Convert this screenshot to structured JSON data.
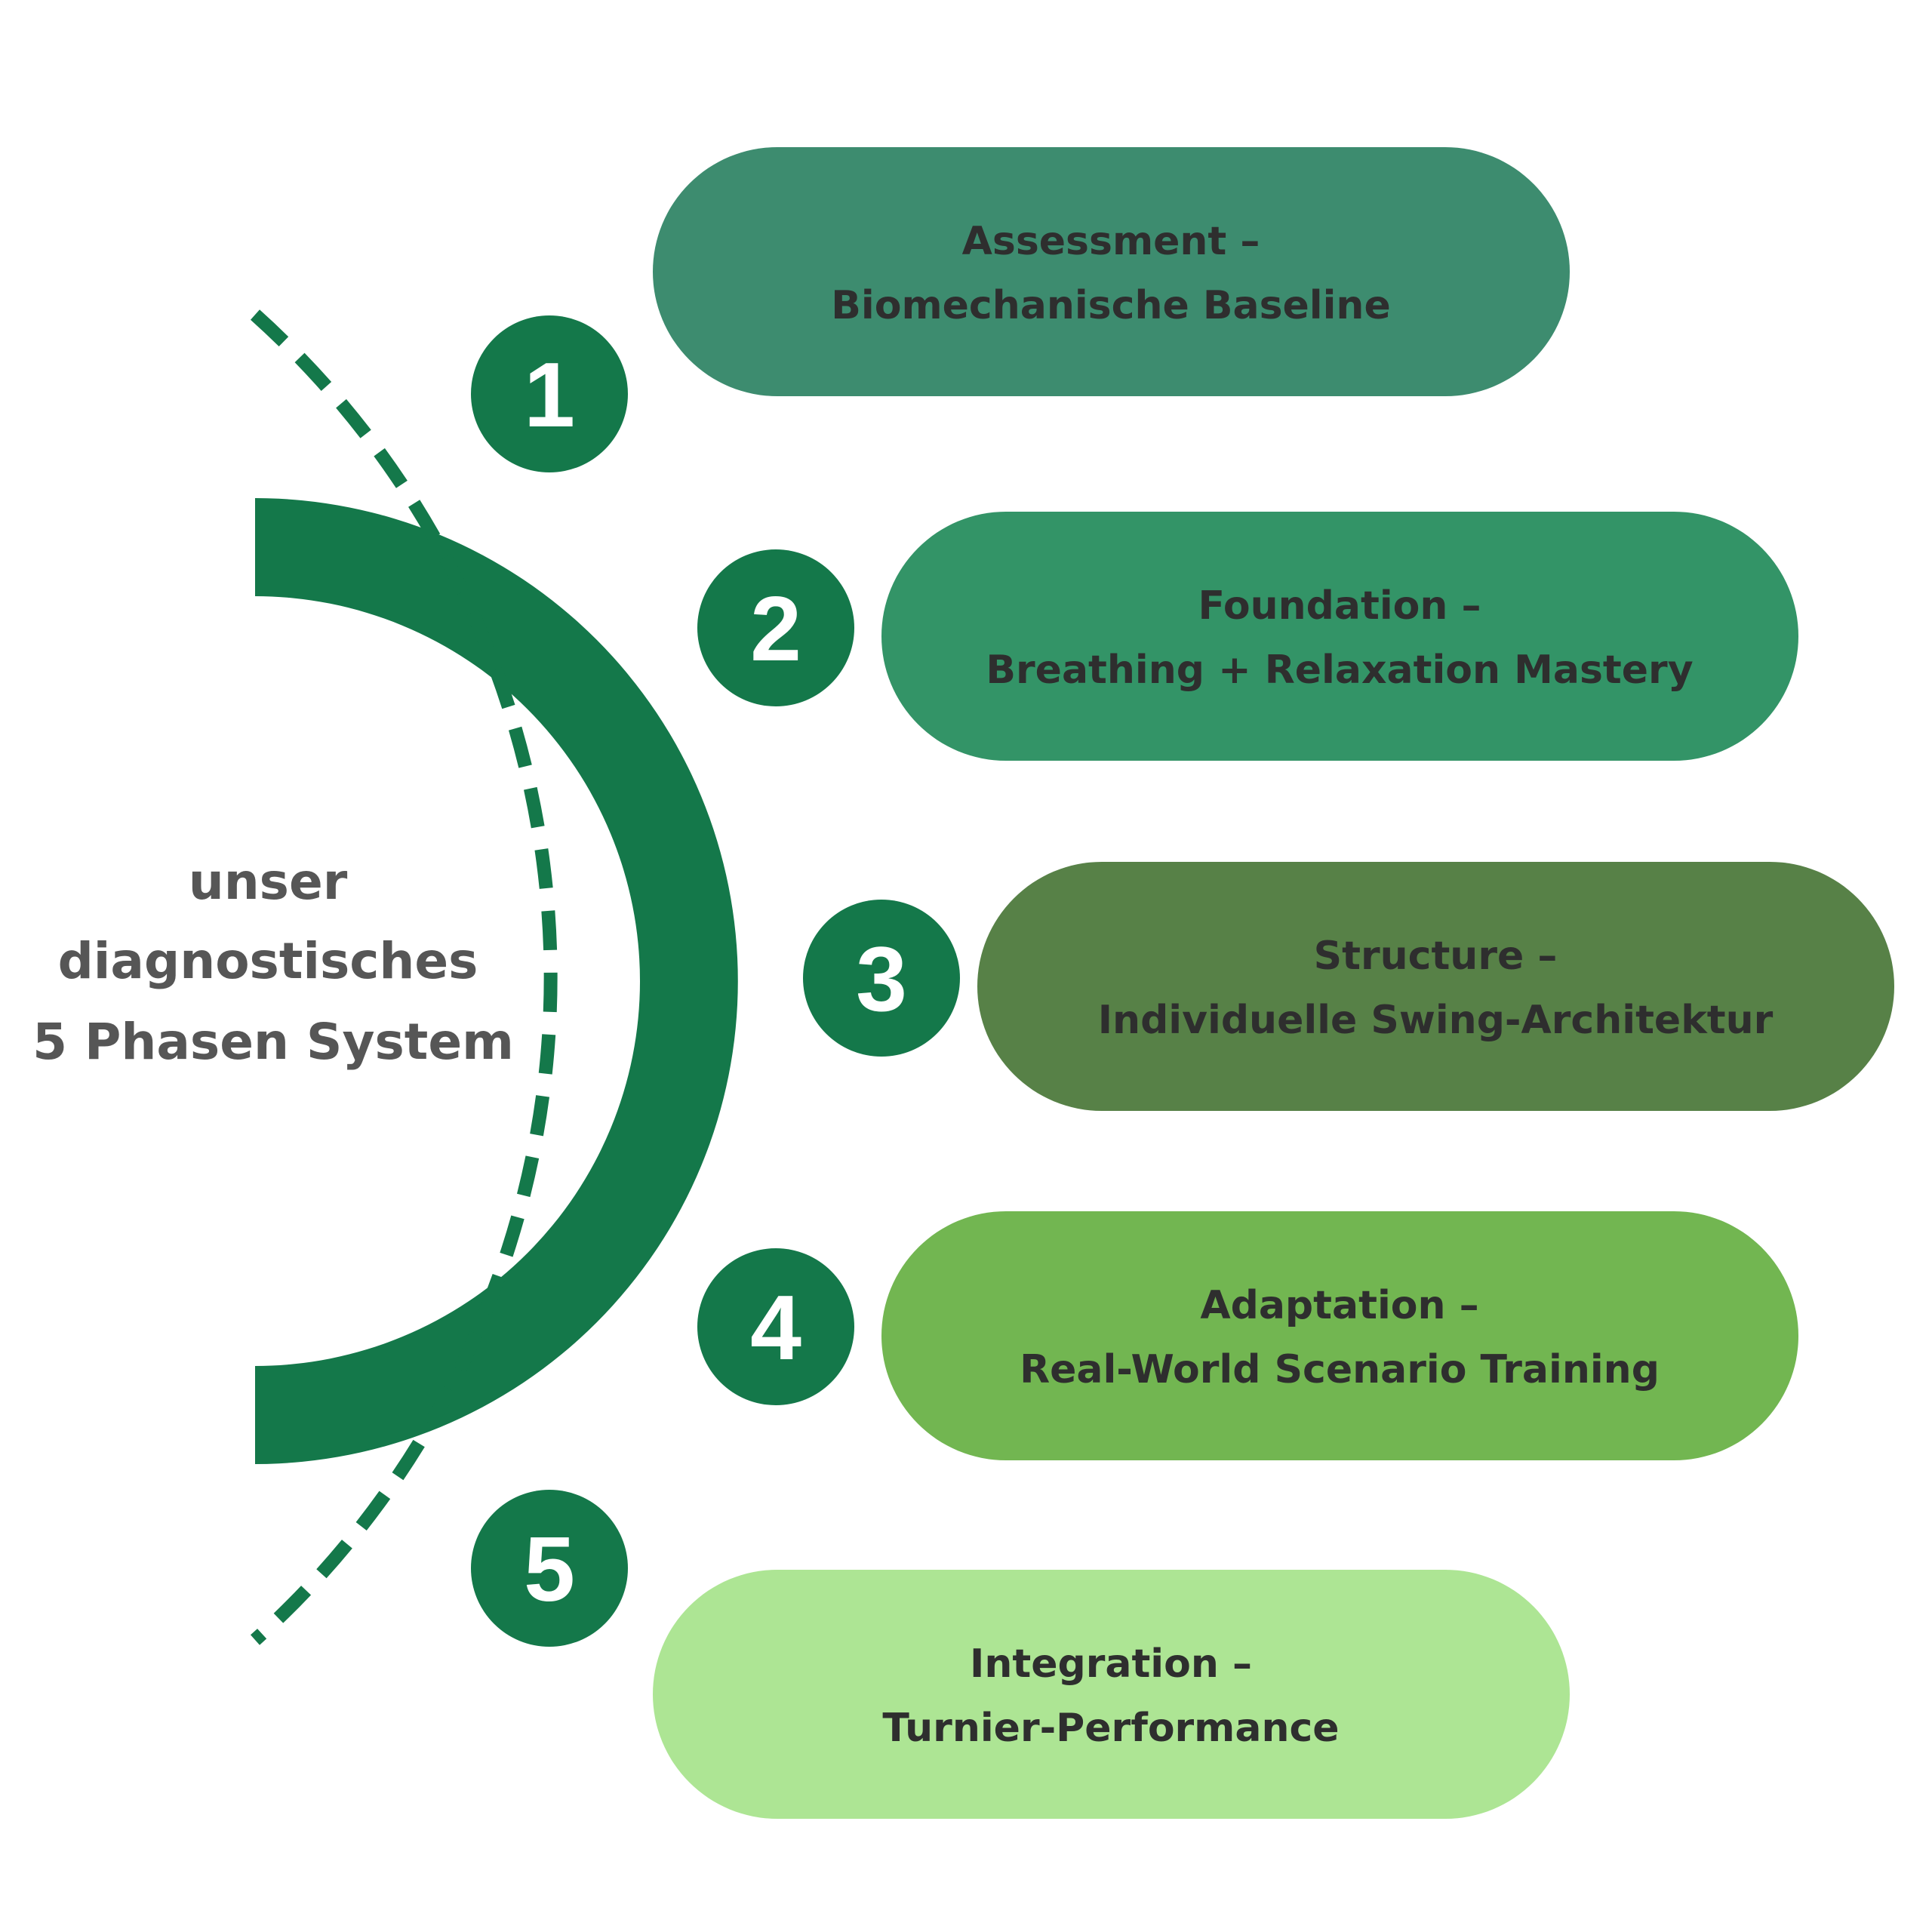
{
  "center_title": {
    "line1": "unser",
    "line2": "diagnostisches",
    "line3": "5 Phasen System"
  },
  "colors": {
    "primary": "#14784a",
    "text_dark": "#2e2e2e",
    "text_gray": "#565656",
    "number_text": "#ffffff"
  },
  "phases": [
    {
      "number": "1",
      "title": "Assessment –",
      "subtitle": "Biomechanische Baseline",
      "color": "#3d8c6f"
    },
    {
      "number": "2",
      "title": "Foundation –",
      "subtitle": "Breathing + Relaxation Mastery",
      "color": "#339467"
    },
    {
      "number": "3",
      "title": "Structure –",
      "subtitle": "Individuelle Swing-Architektur",
      "color": "#578147"
    },
    {
      "number": "4",
      "title": "Adaptation –",
      "subtitle": "Real-World Scenario Training",
      "color": "#72b651"
    },
    {
      "number": "5",
      "title": "Integration –",
      "subtitle": "Turnier-Performance",
      "color": "#ade594"
    }
  ]
}
